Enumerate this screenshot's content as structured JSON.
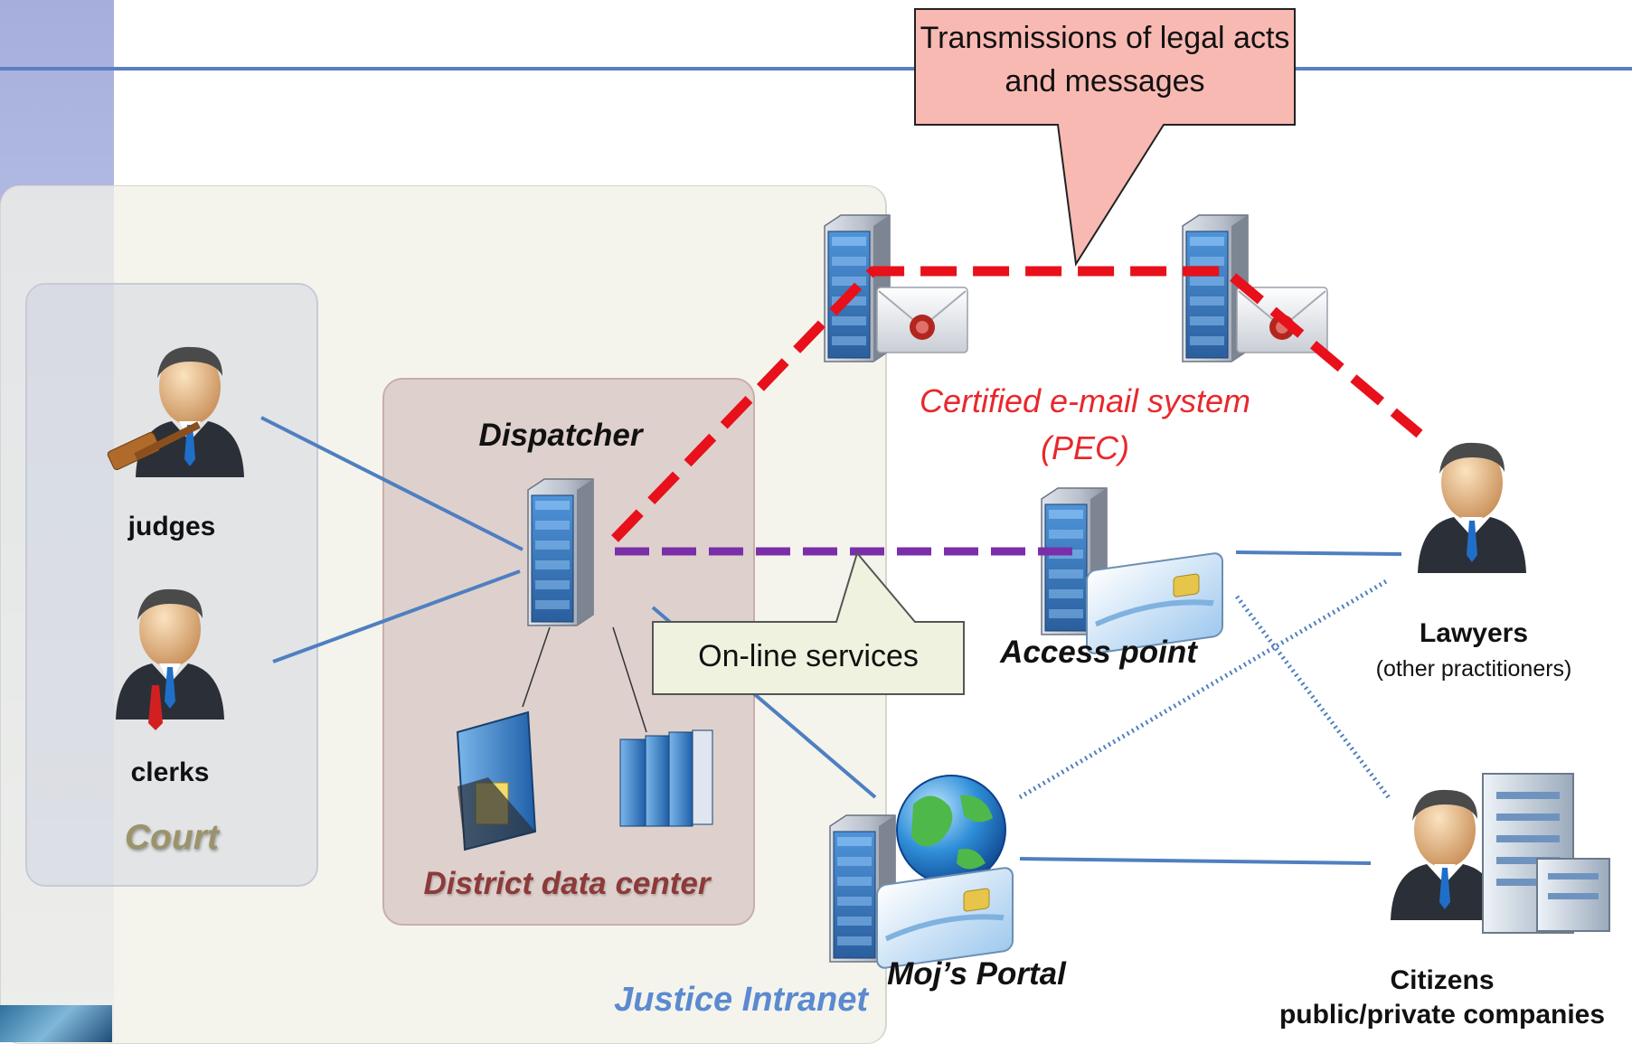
{
  "callouts": {
    "transmissions": "Transmissions of legal acts and messages",
    "online_services": "On-line services"
  },
  "containers": {
    "court": "Court",
    "district_data_center": "District data center",
    "justice_intranet": "Justice Intranet"
  },
  "nodes": {
    "judges": "judges",
    "clerks": "clerks",
    "dispatcher": "Dispatcher",
    "pec_line1": "Certified e-mail system",
    "pec_line2": "(PEC)",
    "access_point": "Access point",
    "lawyers": "Lawyers",
    "lawyers_sub": "(other practitioners)",
    "portal": "Moj’s Portal",
    "citizens": "Citizens",
    "citizens_sub": "public/private companies"
  },
  "colors": {
    "pec_link": "#e8101a",
    "service_link": "#7a2fa8",
    "network_link": "#4f7fc0",
    "callout_red_fill": "#f9b9b3",
    "callout_green_fill": "#eef2df"
  }
}
